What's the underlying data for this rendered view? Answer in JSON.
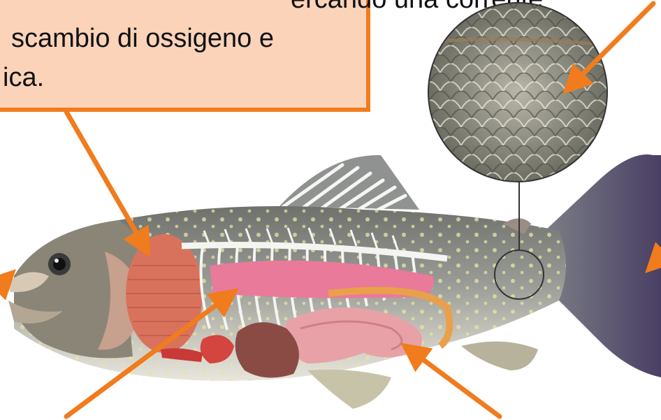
{
  "callout": {
    "line1": "ercando una corrente",
    "line2": "scambio di ossigeno e",
    "line3": "ica."
  },
  "colors": {
    "callout_fill": "#fbd3b9",
    "callout_border": "#f07c1e",
    "arrow": "#f07c1e",
    "gills": "#d9725c",
    "swim_bladder": "#e97a9a",
    "liver": "#8a4b45",
    "stomach_intestine": "#e8a2a7",
    "fish_body": "#8d918f",
    "fish_spots": "#e6e3a6"
  },
  "icons": [
    "magnifier-circle",
    "scale-closeup",
    "skeleton-spines"
  ]
}
